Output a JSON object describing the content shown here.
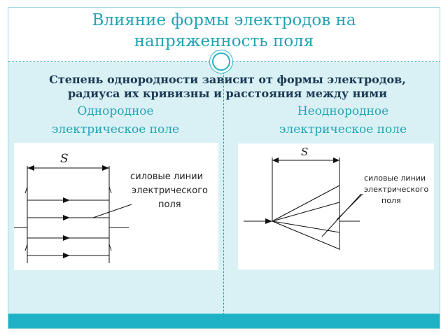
{
  "slide": {
    "title_line1": "Влияние формы электродов на",
    "title_line2": "напряженность поля",
    "subtitle_line1": "Степень однородности зависит от формы электродов,",
    "subtitle_line2": "радиуса их кривизны и расстояния между ними"
  },
  "left_column": {
    "heading_line1": "Однородное",
    "heading_line2": "электрическое поле",
    "diagram": {
      "distance_label": "S",
      "caption_line1": "силовые линии",
      "caption_line2": "электрического",
      "caption_line3": "поля"
    }
  },
  "right_column": {
    "heading_line1": "Неоднородное",
    "heading_line2": "электрическое поле",
    "diagram": {
      "distance_label": "S",
      "caption_line1": "силовые линии",
      "caption_line2": "электрического",
      "caption_line3": "поля"
    }
  },
  "colors": {
    "accent": "#23a3b5",
    "body_background": "#d9f1f4",
    "bottom_bar": "#1fb2c6",
    "subtitle_text": "#1a3a55"
  }
}
